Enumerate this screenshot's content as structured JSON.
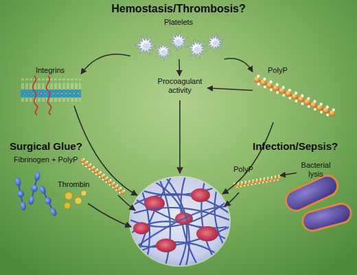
{
  "diagram": {
    "nodes": [
      {
        "text": [
          "Platelets"
        ]
      },
      {
        "text": [
          "Integrins"
        ]
      },
      {
        "text": [
          "Procoagulant activity"
        ]
      },
      {
        "text": [
          "PolyP"
        ]
      },
      {
        "text": [
          "Fibrinogen + PolyP"
        ]
      },
      {
        "text": [
          "Thrombin"
        ]
      },
      {
        "text": [
          "PolyP"
        ]
      },
      {
        "text": [
          "Bacterial lysis"
        ]
      }
    ],
    "edges": [
      {
        "from": 0,
        "to": 1,
        "arrow": "to"
      },
      {
        "from": 0,
        "to": 2,
        "arrow": "to"
      },
      {
        "from": 0,
        "to": 3,
        "arrow": "to"
      },
      {
        "from": 3,
        "to": 2,
        "arrow": "to"
      },
      {
        "from": 7,
        "to": 6,
        "arrow": "to"
      }
    ],
    "labels": [
      "Hemostasis/Thrombosis?",
      "Surgical Glue?",
      "Infection/Sepsis?"
    ]
  }
}
